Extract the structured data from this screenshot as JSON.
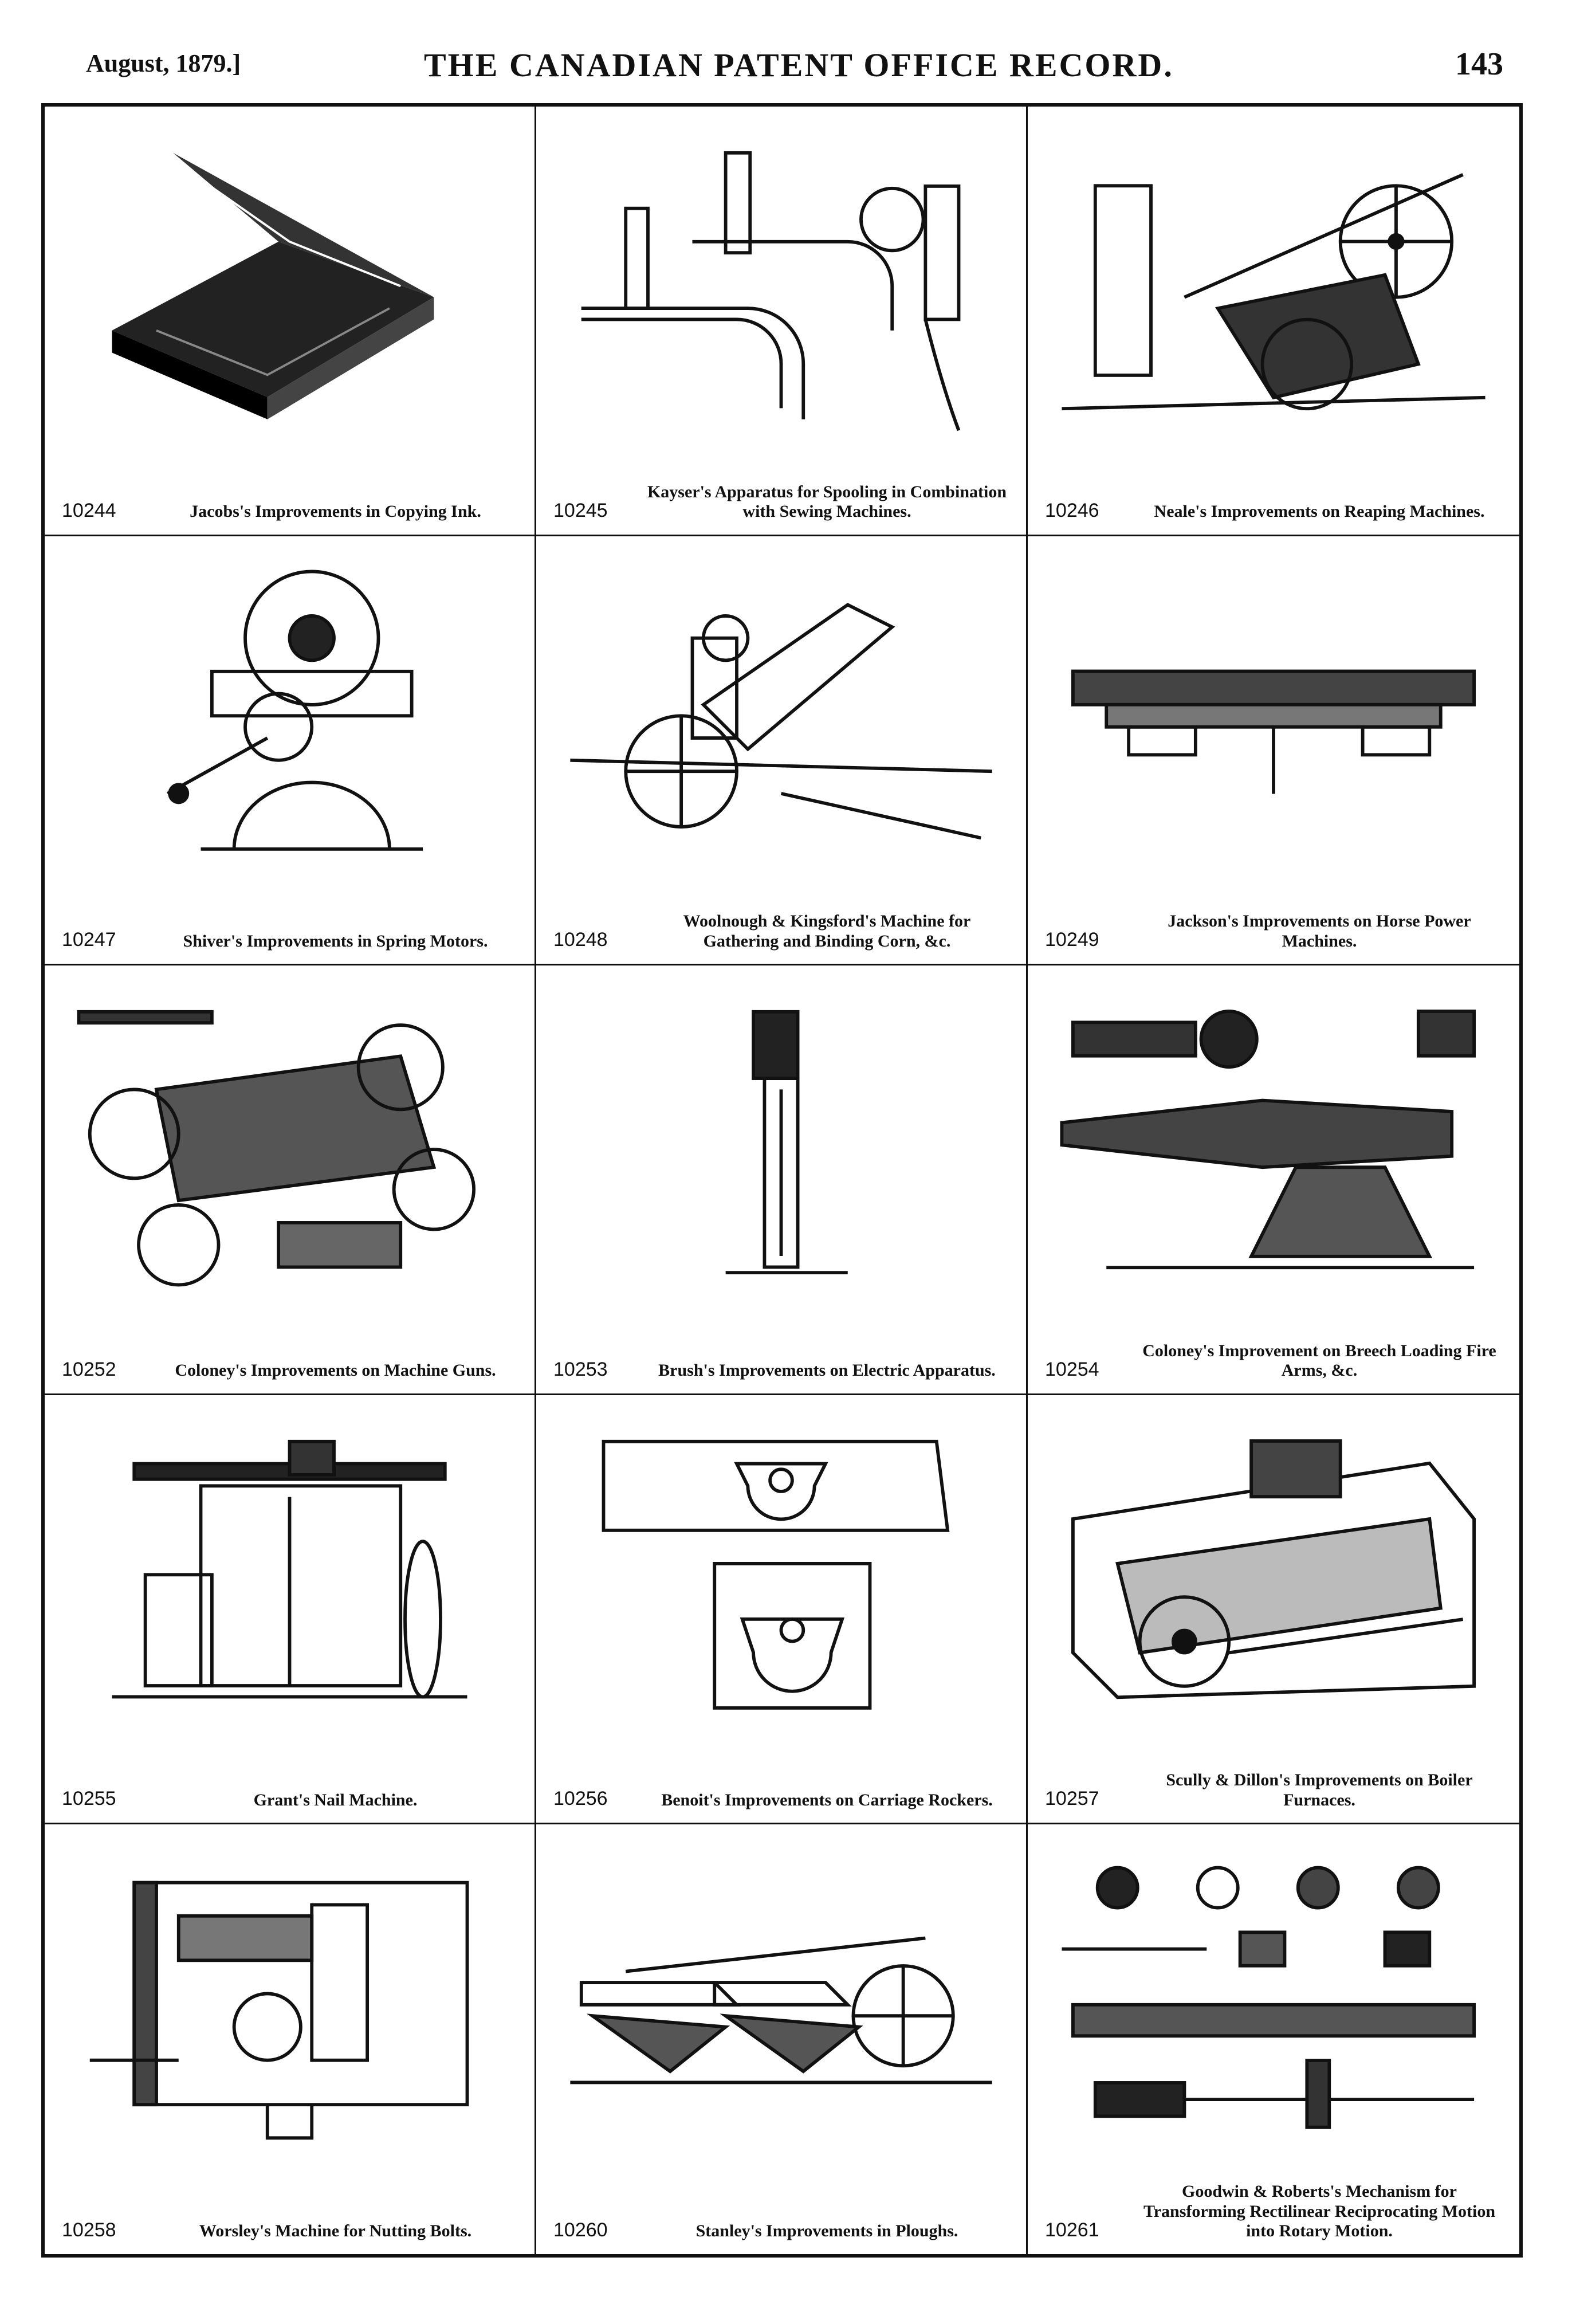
{
  "header": {
    "date": "August, 1879.]",
    "title": "THE CANADIAN PATENT OFFICE RECORD.",
    "page_number": "143"
  },
  "patents": [
    {
      "number": "10244",
      "caption": "Jacobs's Improvements in Copying Ink.",
      "figure": "copying-ink-box"
    },
    {
      "number": "10245",
      "caption": "Kayser's Apparatus for Spooling in Combination with Sewing Machines.",
      "figure": "spooling-apparatus"
    },
    {
      "number": "10246",
      "caption": "Neale's Improvements on Reaping Machines.",
      "figure": "reaping-machine"
    },
    {
      "number": "10247",
      "caption": "Shiver's Improvements in Spring Motors.",
      "figure": "spring-motor"
    },
    {
      "number": "10248",
      "caption": "Woolnough & Kingsford's Machine for Gathering and Binding Corn, &c.",
      "figure": "corn-binder"
    },
    {
      "number": "10249",
      "caption": "Jackson's Improvements on Horse Power Machines.",
      "figure": "horse-power-gear"
    },
    {
      "number": "10252",
      "caption": "Coloney's Improvements on Machine Guns.",
      "figure": "machine-gun"
    },
    {
      "number": "10253",
      "caption": "Brush's Improvements on Electric Apparatus.",
      "figure": "electric-apparatus"
    },
    {
      "number": "10254",
      "caption": "Coloney's Improvement on Breech Loading Fire Arms, &c.",
      "figure": "breech-loading-gun"
    },
    {
      "number": "10255",
      "caption": "Grant's Nail Machine.",
      "figure": "nail-machine"
    },
    {
      "number": "10256",
      "caption": "Benoit's Improvements on Carriage Rockers.",
      "figure": "carriage-rockers"
    },
    {
      "number": "10257",
      "caption": "Scully & Dillon's Improvements on Boiler Furnaces.",
      "figure": "boiler-furnace"
    },
    {
      "number": "10258",
      "caption": "Worsley's Machine for Nutting Bolts.",
      "figure": "nutting-bolts-machine"
    },
    {
      "number": "10260",
      "caption": "Stanley's Improvements in Ploughs.",
      "figure": "plough"
    },
    {
      "number": "10261",
      "caption": "Goodwin & Roberts's Mechanism for Transforming Rectilinear Reciprocating Motion into Rotary Motion.",
      "figure": "motion-mechanism"
    }
  ]
}
